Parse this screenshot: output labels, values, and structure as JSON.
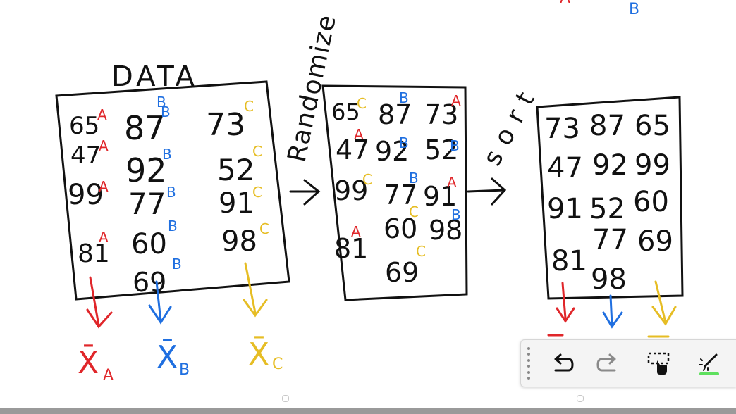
{
  "drawing": {
    "title": "DATA",
    "arrow1_label": "Randomize",
    "arrow2_label": "sort",
    "group_labels": {
      "a": "A",
      "b": "B",
      "c": "C"
    },
    "colors": {
      "ink": "#111111",
      "a": "#e0262a",
      "b": "#1f6fe0",
      "c": "#e6bd24",
      "highlight": "#5ee05e"
    },
    "top_fragments": [
      "A",
      "B"
    ],
    "box1": {
      "col_a": [
        "65",
        "47",
        "99",
        "81"
      ],
      "col_b": [
        "87",
        "92",
        "77",
        "60",
        "69"
      ],
      "col_c": [
        "73",
        "52",
        "91",
        "98"
      ]
    },
    "box2": {
      "rows": [
        [
          "65",
          "87",
          "73"
        ],
        [
          "47",
          "92",
          "52"
        ],
        [
          "99",
          "77",
          "91"
        ],
        [
          "81",
          "60",
          "98"
        ],
        [
          "69"
        ]
      ],
      "tags": [
        [
          "C",
          "B",
          "A"
        ],
        [
          "A",
          "B",
          "B"
        ],
        [
          "C",
          "B",
          "A"
        ],
        [
          "A",
          "C",
          "B"
        ],
        [
          "C"
        ]
      ]
    },
    "box3": {
      "rows": [
        [
          "73",
          "87",
          "65"
        ],
        [
          "47",
          "92",
          "99"
        ],
        [
          "91",
          "52",
          "60"
        ],
        [
          "",
          "77",
          "69"
        ],
        [
          "81",
          "98",
          ""
        ]
      ]
    },
    "means": {
      "a": "X̄",
      "a_sub": "A",
      "b": "X̄",
      "b_sub": "B",
      "c": "X̄",
      "c_sub": "C"
    }
  },
  "toolbar": {
    "undo_icon": "undo-icon",
    "redo_icon": "redo-icon",
    "select_icon": "lasso-select-icon",
    "pen_icon": "magic-pen-icon"
  }
}
